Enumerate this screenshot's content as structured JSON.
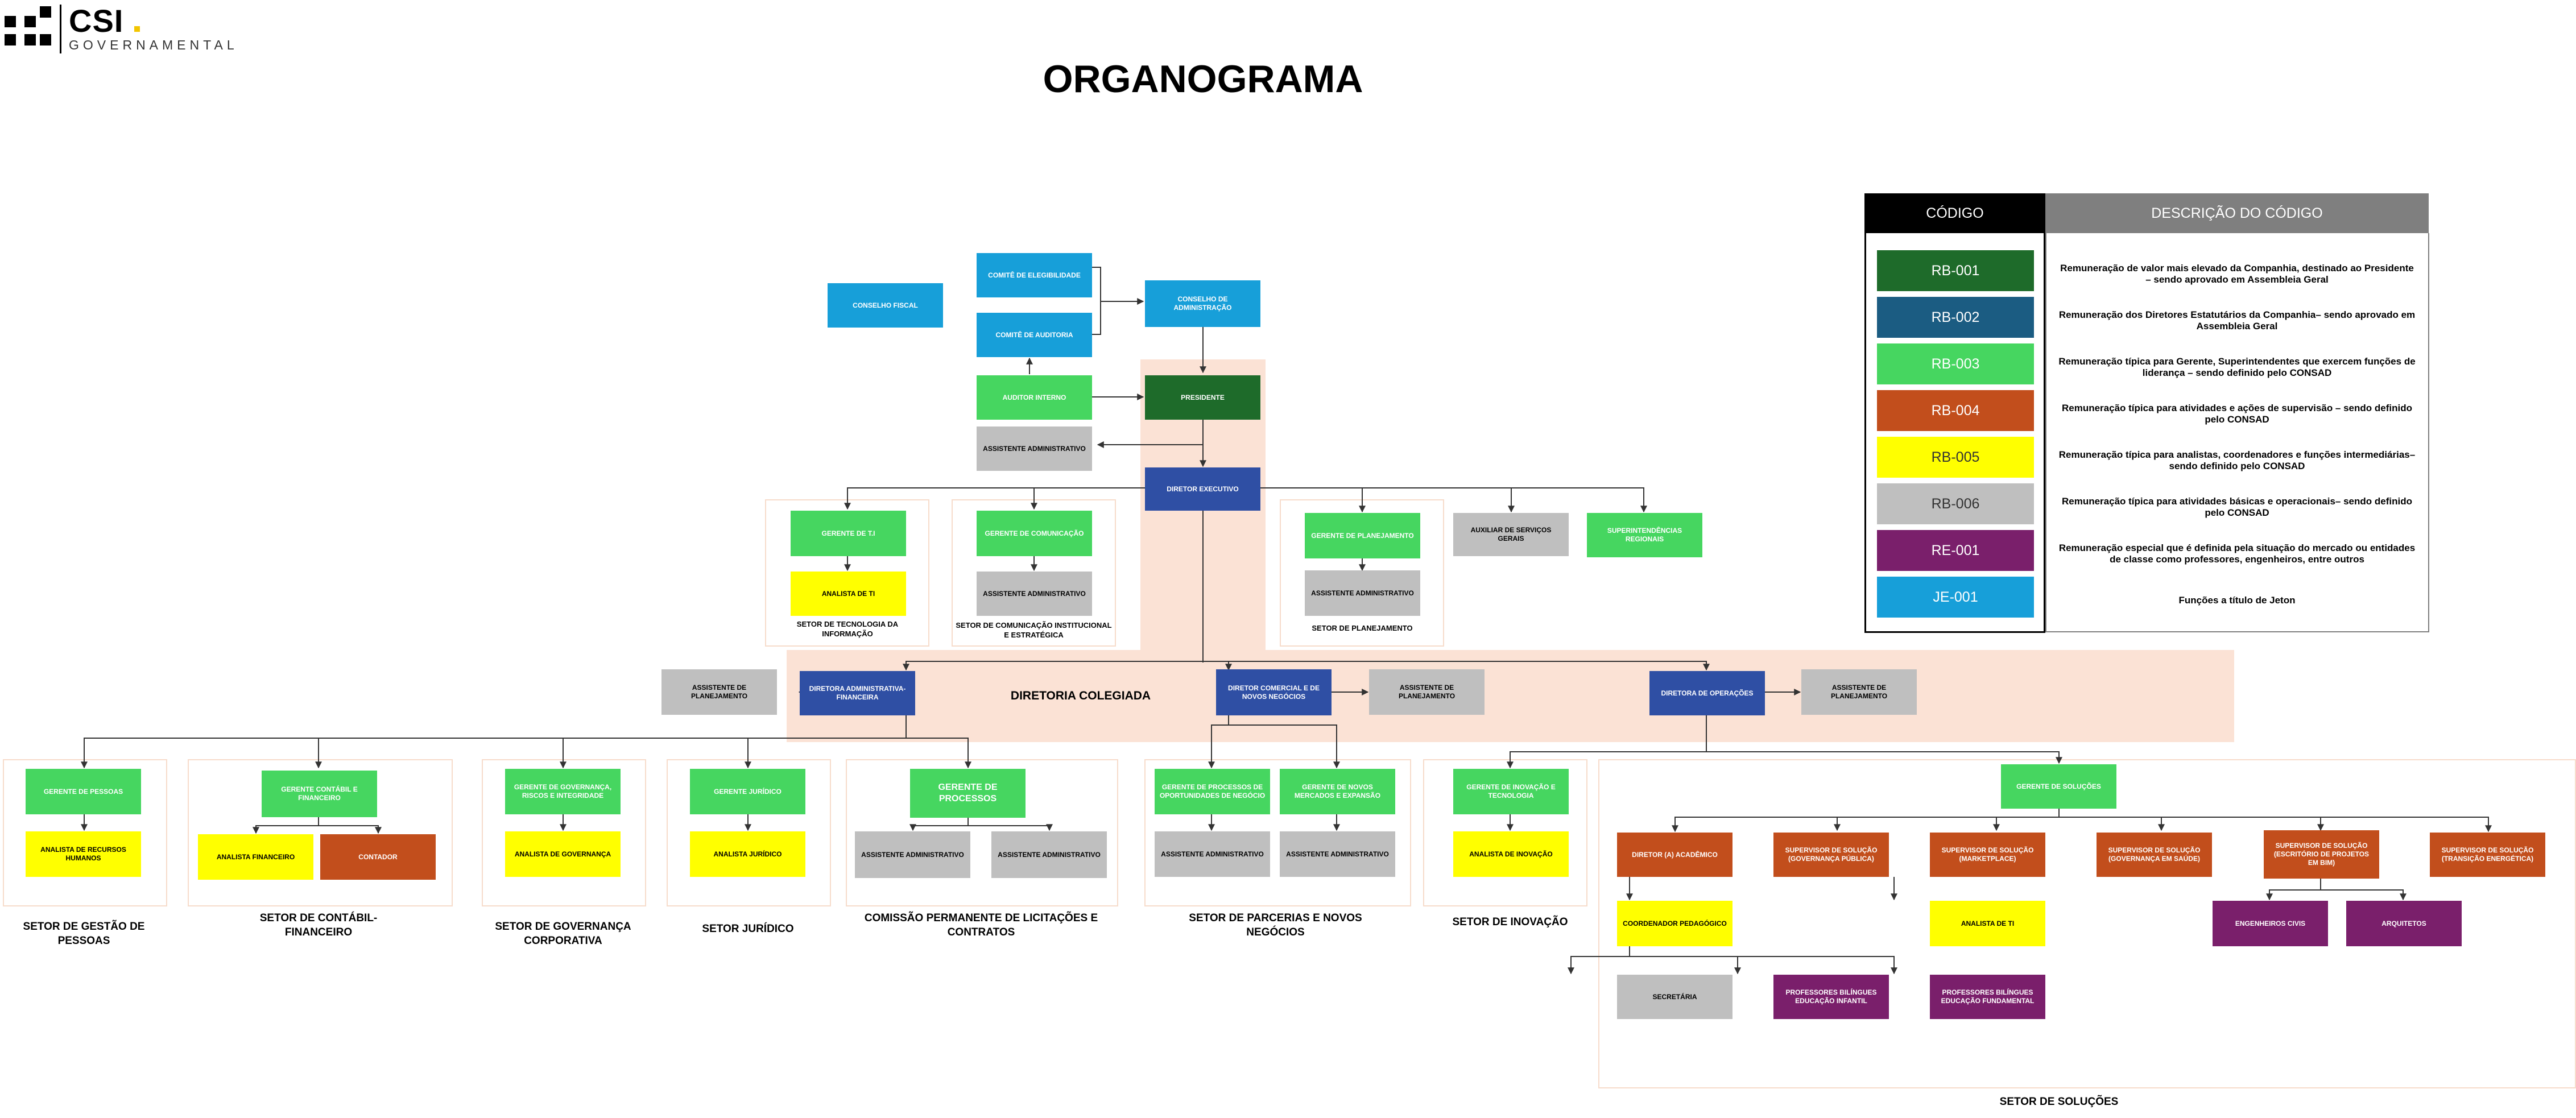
{
  "logo": {
    "brand": "CSI",
    "sub": "GOVERNAMENTAL"
  },
  "title": "ORGANOGRAMA",
  "colors": {
    "RB-001": "#1e6b2a",
    "RB-002": "#1b5c82",
    "RB-003": "#46d660",
    "RB-004": "#c24e1c",
    "RB-005": "#ffff00",
    "RB-006": "#bfbfbf",
    "RE-001": "#7a1f6b",
    "JE-001": "#179fd9",
    "diretoria": "#2f4fa4",
    "zone": "#fbe2d5"
  },
  "legend": {
    "header_code": "CÓDIGO",
    "header_desc": "DESCRIÇÃO DO CÓDIGO",
    "rows": [
      {
        "code": "RB-001",
        "desc": "Remuneração de valor  mais elevado da Companhia, destinado ao Presidente – sendo aprovado em Assembleia Geral"
      },
      {
        "code": "RB-002",
        "desc": "Remuneração dos Diretores Estatutários da Companhia– sendo aprovado em Assembleia Geral"
      },
      {
        "code": "RB-003",
        "desc": "Remuneração típica para Gerente, Superintendentes que exercem funções de liderança – sendo definido pelo CONSAD"
      },
      {
        "code": "RB-004",
        "desc": "Remuneração típica para atividades e ações de supervisão – sendo definido pelo CONSAD"
      },
      {
        "code": "RB-005",
        "desc": "Remuneração típica para analistas, coordenadores e funções intermediárias– sendo definido pelo CONSAD"
      },
      {
        "code": "RB-006",
        "desc": "Remuneração típica para atividades básicas e operacionais– sendo definido pelo CONSAD"
      },
      {
        "code": "RE-001",
        "desc": "Remuneração especial que é definida pela situação do mercado ou entidades de classe como professores, engenheiros, entre outros"
      },
      {
        "code": "JE-001",
        "desc": "Funções a título de Jeton"
      }
    ]
  },
  "zone_label": "DIRETORIA COLEGIADA",
  "boxes": {
    "conselho_fiscal": "CONSELHO FISCAL",
    "comite_elegibilidade": "COMITÊ DE ELEGIBILIDADE",
    "comite_auditoria": "COMITÊ DE AUDITORIA",
    "conselho_adm": "CONSELHO DE ADMINISTRAÇÃO",
    "auditor_interno": "AUDITOR INTERNO",
    "presidente": "PRESIDENTE",
    "assist_adm_pres": "ASSISTENTE ADMINISTRATIVO",
    "diretor_executivo": "DIRETOR EXECUTIVO",
    "gerente_ti": "GERENTE DE T.I",
    "analista_ti_1": "ANALISTA DE TI",
    "gerente_comunicacao": "GERENTE DE COMUNICAÇÃO",
    "assist_adm_com": "ASSISTENTE ADMINISTRATIVO",
    "gerente_planejamento": "GERENTE DE PLANEJAMENTO",
    "assist_adm_plan": "ASSISTENTE ADMINISTRATIVO",
    "auxiliar_servicos": "AUXILIAR DE SERVIÇOS GERAIS",
    "superintendencias": "SUPERINTENDÊNCIAS REGIONAIS",
    "assist_plan_1": "ASSISTENTE DE PLANEJAMENTO",
    "dir_adm_fin": "DIRETORA ADMINISTRATIVA-FINANCEIRA",
    "dir_comercial": "DIRETOR COMERCIAL E DE NOVOS NEGÓCIOS",
    "assist_plan_2": "ASSISTENTE DE PLANEJAMENTO",
    "dir_operacoes": "DIRETORA DE OPERAÇÕES",
    "assist_plan_3": "ASSISTENTE DE PLANEJAMENTO",
    "gerente_pessoas": "GERENTE DE PESSOAS",
    "analista_rh": "ANALISTA DE RECURSOS HUMANOS",
    "gerente_contabil": "GERENTE CONTÁBIL E FINANCEIRO",
    "analista_financeiro": "ANALISTA FINANCEIRO",
    "contador": "CONTADOR",
    "gerente_governanca": "GERENTE DE GOVERNANÇA, RISCOS E INTEGRIDADE",
    "analista_governanca": "ANALISTA DE GOVERNANÇA",
    "gerente_juridico": "GERENTE JURÍDICO",
    "analista_juridico": "ANALISTA JURÍDICO",
    "gerente_processos": "GERENTE DE PROCESSOS",
    "assist_adm_proc_1": "ASSISTENTE ADMINISTRATIVO",
    "assist_adm_proc_2": "ASSISTENTE ADMINISTRATIVO",
    "gerente_proc_negocio": "GERENTE DE PROCESSOS DE OPORTUNIDADES DE NEGÓCIO",
    "assist_adm_parc_1": "ASSISTENTE ADMINISTRATIVO",
    "gerente_novos_mercados": "GERENTE DE NOVOS MERCADOS E EXPANSÃO",
    "assist_adm_parc_2": "ASSISTENTE ADMINISTRATIVO",
    "gerente_inovacao": "GERENTE DE INOVAÇÃO E TECNOLOGIA",
    "analista_inovacao": "ANALISTA DE INOVAÇÃO",
    "gerente_solucoes": "GERENTE DE SOLUÇÕES",
    "diretor_academico": "DIRETOR (A) ACADÊMICO",
    "sup_governanca_publica": "SUPERVISOR DE SOLUÇÃO (GOVERNANÇA PÚBLICA)",
    "sup_marketplace": "SUPERVISOR DE SOLUÇÃO (MARKETPLACE)",
    "sup_saude": "SUPERVISOR DE SOLUÇÃO (GOVERNANÇA EM SAÚDE)",
    "sup_projetos": "SUPERVISOR DE SOLUÇÃO (ESCRITÓRIO DE PROJETOS EM BIM)",
    "sup_energetica": "SUPERVISOR DE SOLUÇÃO (TRANSIÇÃO ENERGÉTICA)",
    "coordenador": "COORDENADOR PEDAGÓGICO",
    "analista_ti_2": "ANALISTA DE TI",
    "engenheiros": "ENGENHEIROS CIVIS",
    "arquitetos": "ARQUITETOS",
    "secretaria": "SECRETÁRIA",
    "prof_infantil": "PROFESSORES BILÍNGUES EDUCAÇÃO INFANTIL",
    "prof_fundamental": "PROFESSORES BILÍNGUES EDUCAÇÃO FUNDAMENTAL"
  },
  "sectors": {
    "ti": "SETOR DE TECNOLOGIA DA INFORMAÇÃO",
    "comunicacao": "SETOR DE COMUNICAÇÃO INSTITUCIONAL E ESTRATÉGICA",
    "planejamento": "SETOR DE PLANEJAMENTO",
    "pessoas": "SETOR DE GESTÃO DE PESSOAS",
    "contabil": "SETOR DE CONTÁBIL-FINANCEIRO",
    "governanca": "SETOR DE GOVERNANÇA CORPORATIVA",
    "juridico": "SETOR JURÍDICO",
    "licitacoes": "COMISSÃO PERMANENTE DE LICITAÇÕES E CONTRATOS",
    "parcerias": "SETOR DE PARCERIAS E NOVOS NEGÓCIOS",
    "inovacao": "SETOR DE INOVAÇÃO",
    "solucoes": "SETOR DE SOLUÇÕES"
  }
}
